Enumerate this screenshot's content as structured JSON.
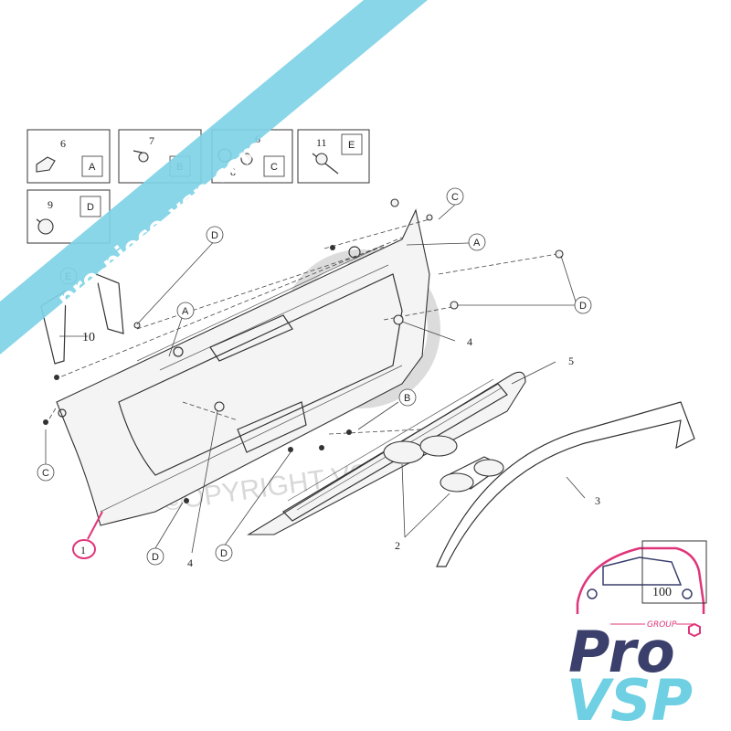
{
  "watermark": {
    "text": "pro-piece-vsp.com",
    "color": "#7fd3e6"
  },
  "copyright": {
    "text": "©OPYRIGHT VSP"
  },
  "legend_boxes": [
    {
      "number": "6",
      "letter": "A"
    },
    {
      "number": "7",
      "letter": "B"
    },
    {
      "number": "6",
      "number2": "8",
      "letter": "C"
    },
    {
      "number": "11",
      "letter": "E"
    },
    {
      "number": "9",
      "letter": "D"
    }
  ],
  "part_labels": {
    "p1": "1",
    "p2": "2",
    "p3": "3",
    "p4a": "4",
    "p4b": "4",
    "p5": "5",
    "p10": "10",
    "p100": "100"
  },
  "callouts": {
    "c_top": "C",
    "a_top": "A",
    "d_top": "D",
    "d_right": "D",
    "e_left": "E",
    "a_mid": "A",
    "b_mid": "B",
    "c_left": "C",
    "d_bottom1": "D",
    "d_bottom2": "D"
  },
  "logo": {
    "group": "GROUP",
    "pro": "Pro",
    "vsp": "VSP",
    "primary_color": "#3a3f6b",
    "accent_color": "#6fd0e3",
    "highlight_color": "#e0357a"
  }
}
